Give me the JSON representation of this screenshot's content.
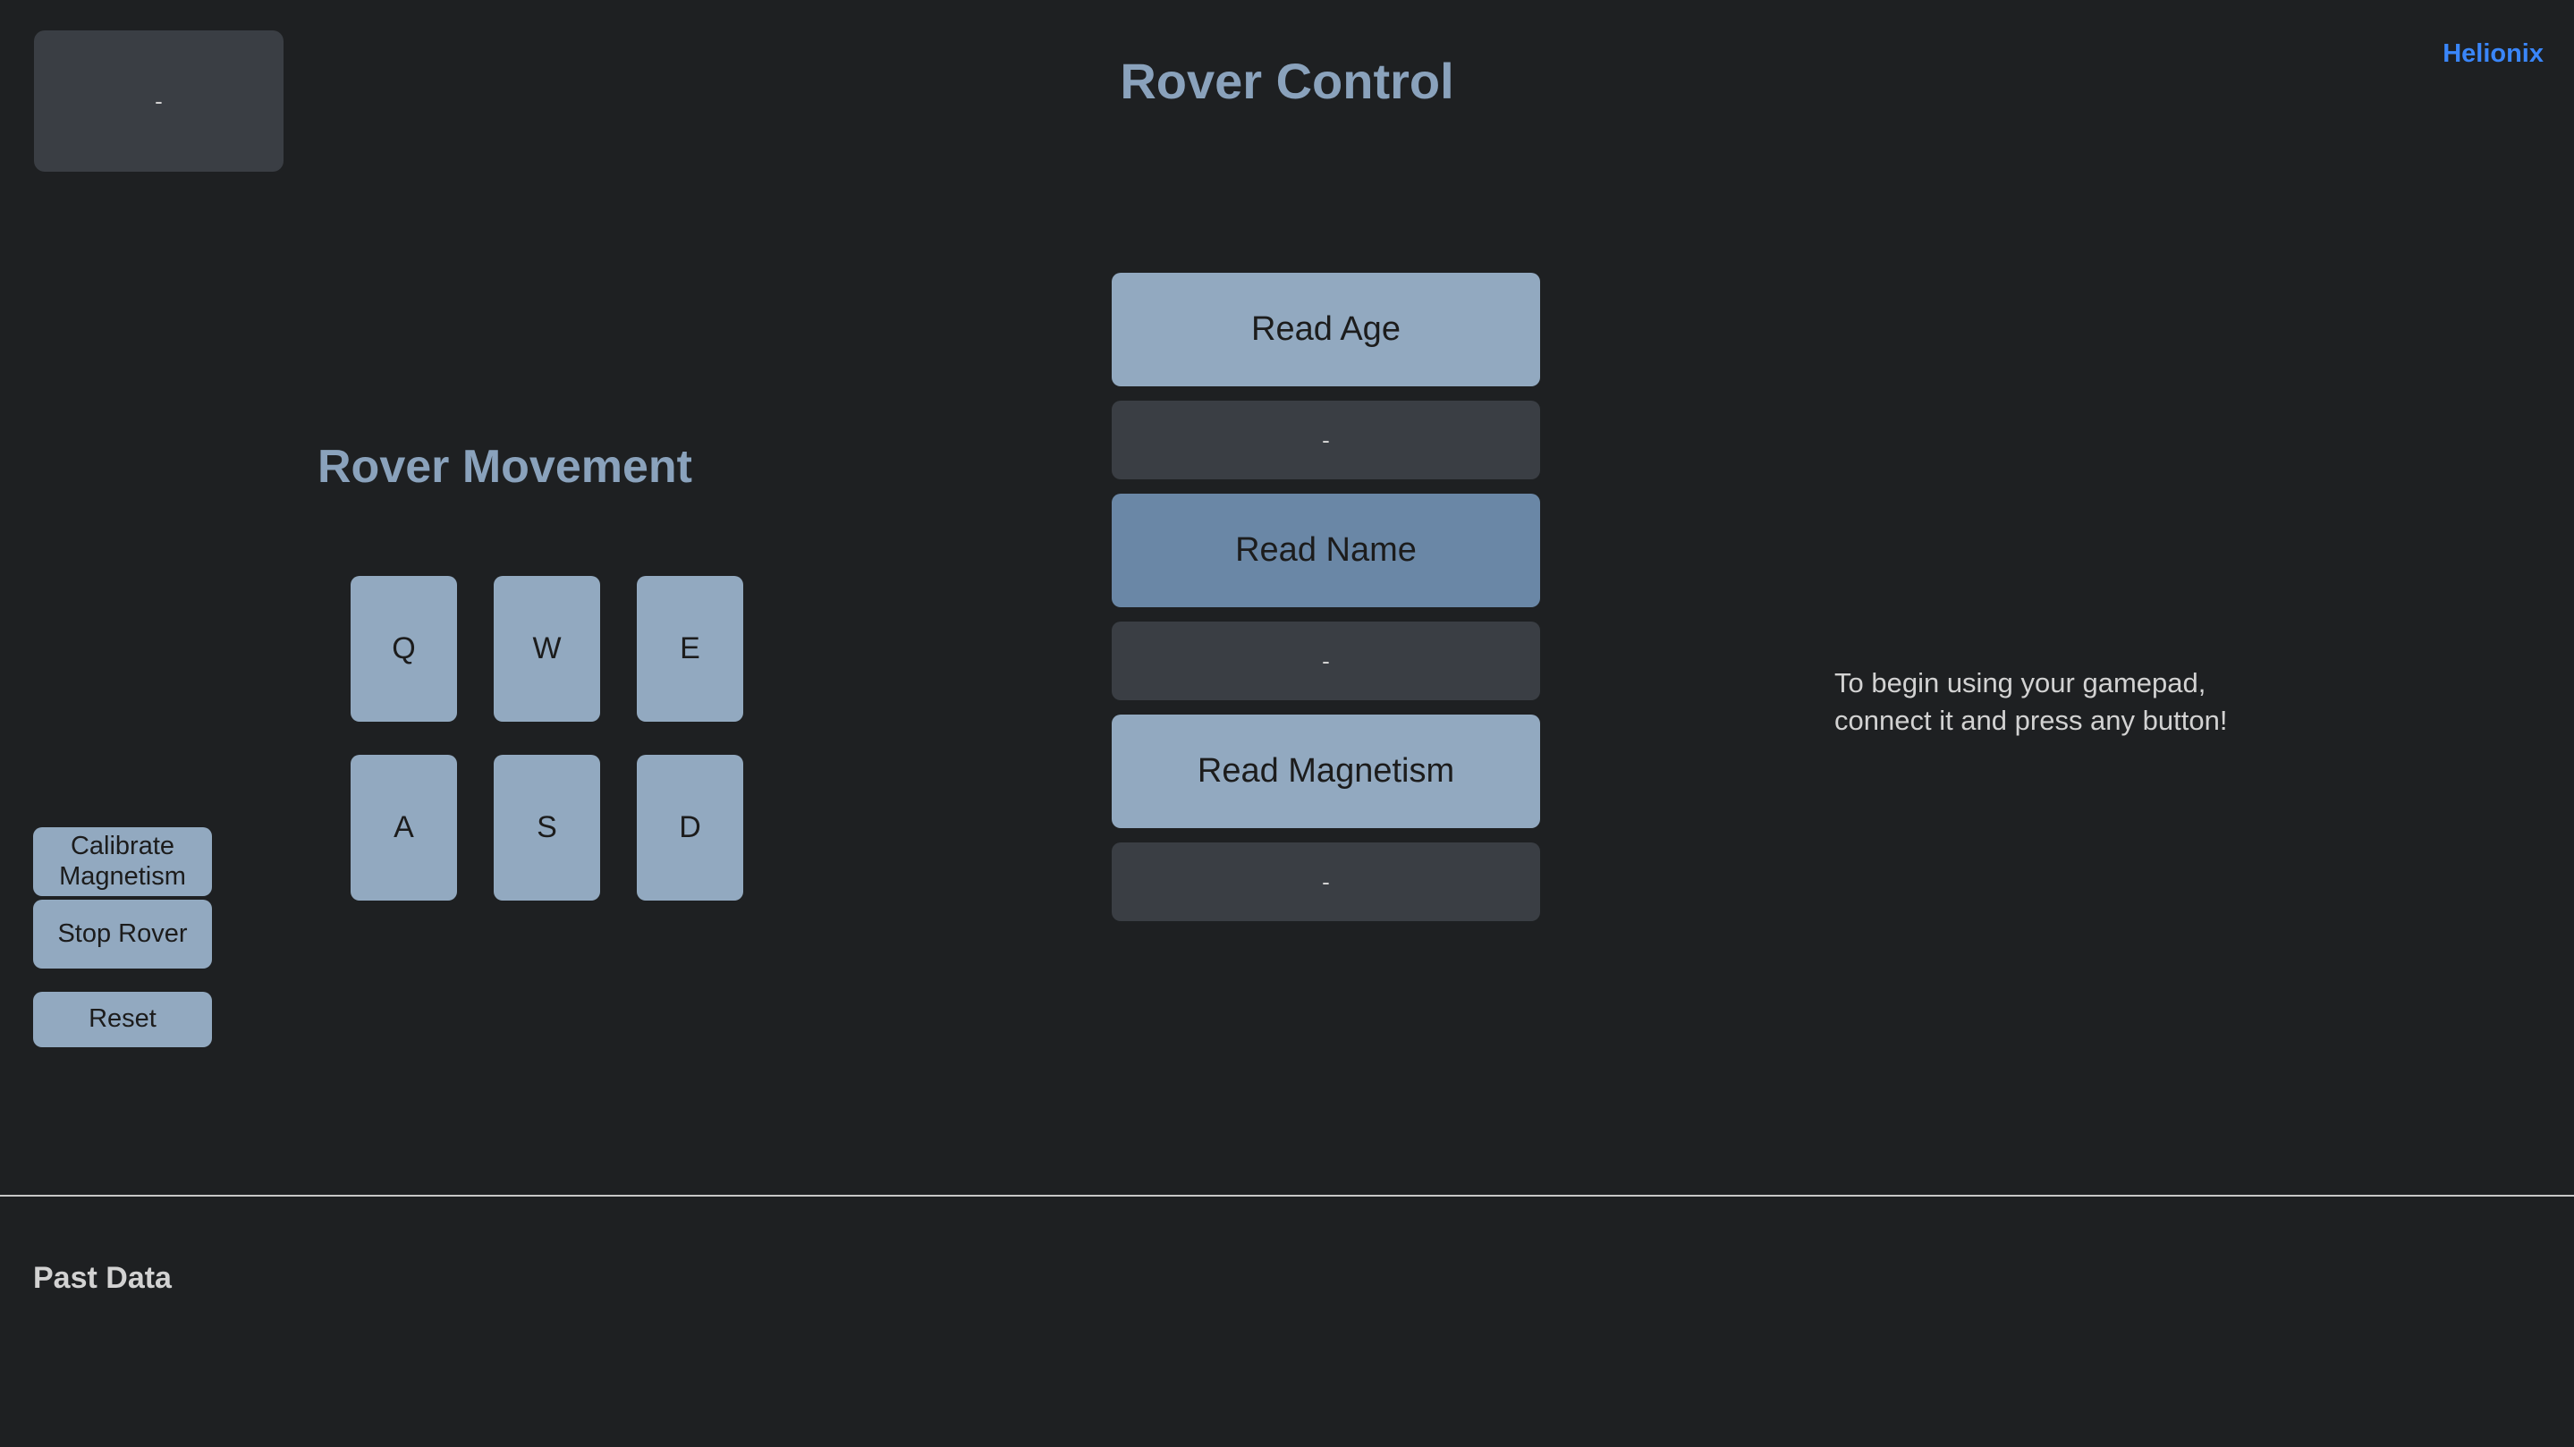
{
  "header": {
    "status_panel_value": "-",
    "title": "Rover Control",
    "brand": "Helionix"
  },
  "movement": {
    "title": "Rover Movement",
    "keys": [
      {
        "label": "Q"
      },
      {
        "label": "W"
      },
      {
        "label": "E"
      },
      {
        "label": "A"
      },
      {
        "label": "S"
      },
      {
        "label": "D"
      }
    ]
  },
  "actions": {
    "calibrate_magnetism": "Calibrate Magnetism",
    "stop_rover": "Stop Rover",
    "reset": "Reset"
  },
  "readouts": [
    {
      "button_label": "Read Age",
      "value": "-",
      "state": "normal"
    },
    {
      "button_label": "Read Name",
      "value": "-",
      "state": "hovered"
    },
    {
      "button_label": "Read Magnetism",
      "value": "-",
      "state": "normal"
    }
  ],
  "gamepad": {
    "hint_line_1": "To begin using your gamepad,",
    "hint_line_2": "connect it and press any button!"
  },
  "footer": {
    "past_data_title": "Past Data",
    "past_data_body": ""
  },
  "colors": {
    "background": "#1e2022",
    "panel": "#3a3e44",
    "accent_button": "#92a9c0",
    "accent_button_hover": "#6a87a6",
    "heading": "#8aa2bc",
    "brand": "#3a86fa",
    "text": "#d2d2d2",
    "divider": "#c8c8c8"
  }
}
